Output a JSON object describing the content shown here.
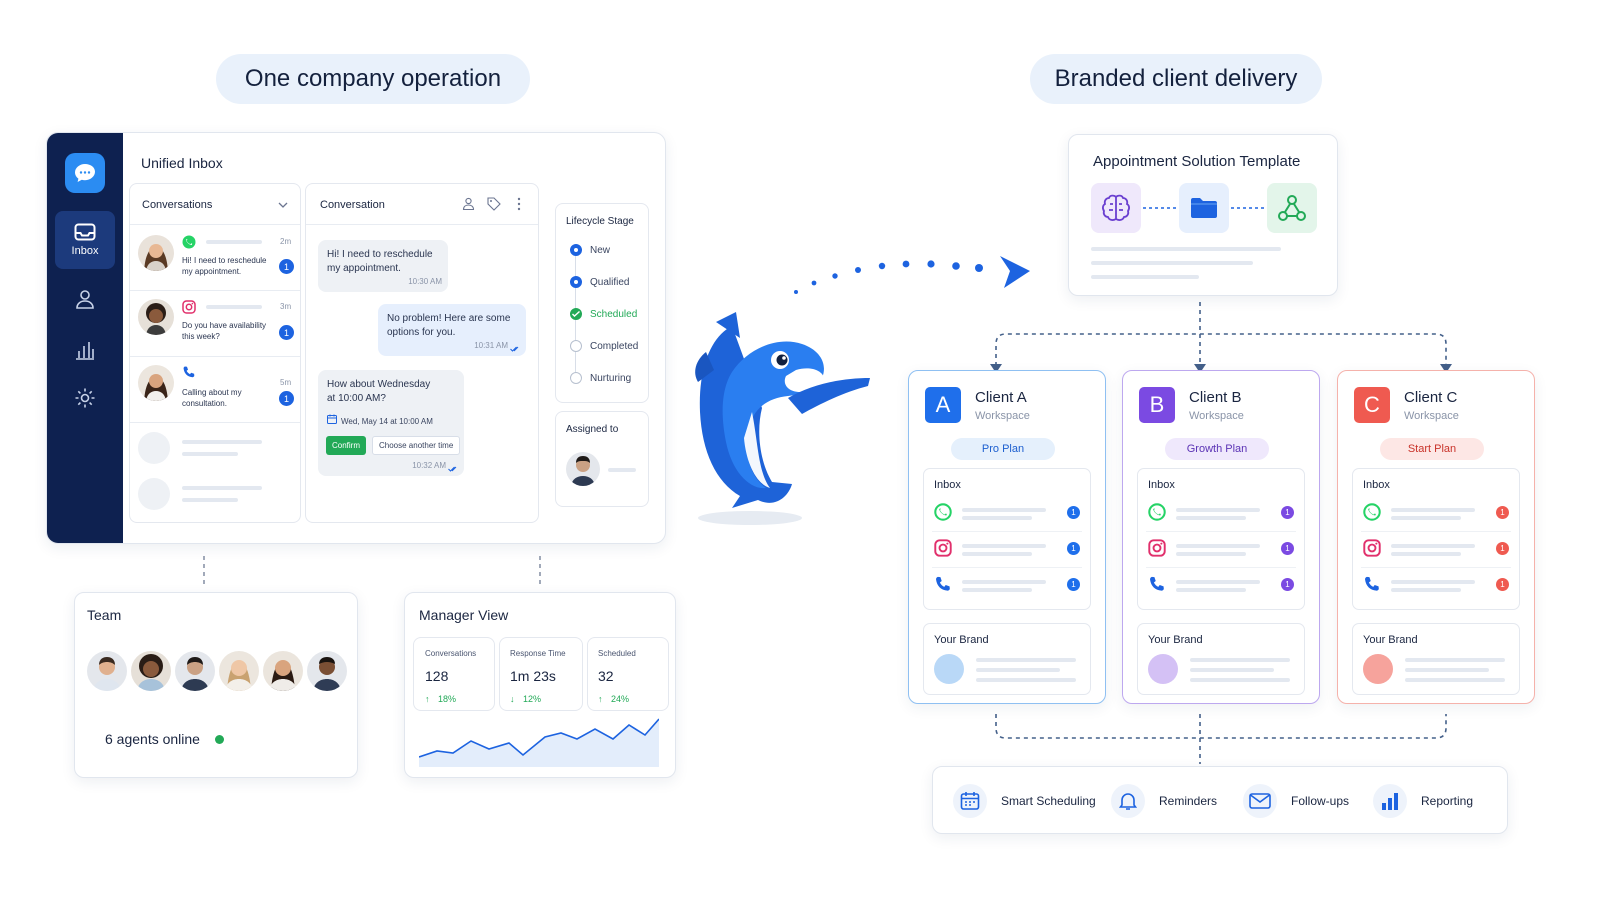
{
  "headers": {
    "left": "One company operation",
    "right": "Branded client delivery"
  },
  "app": {
    "nav": {
      "inbox_label": "Inbox"
    },
    "title": "Unified Inbox",
    "conversations": {
      "header": "Conversations",
      "items": [
        {
          "channel": "whatsapp",
          "text": "Hi! I need to reschedule my appointment.",
          "time": "2m",
          "unread": "1"
        },
        {
          "channel": "instagram",
          "text": "Do you have availability this week?",
          "time": "3m",
          "unread": "1"
        },
        {
          "channel": "phone",
          "text": "Calling about my consultation.",
          "time": "5m",
          "unread": "1"
        }
      ]
    },
    "conversation": {
      "header": "Conversation",
      "msg1": {
        "text": "Hi! I need to reschedule my appointment.",
        "time": "10:30 AM"
      },
      "msg2": {
        "text": "No problem! Here are some options for you.",
        "time": "10:31 AM"
      },
      "msg3": {
        "text": "How about Wednesday at 10:00 AM?",
        "date": "Wed, May 14 at 10:00 AM",
        "confirm": "Confirm",
        "other": "Choose another time",
        "time": "10:32 AM"
      }
    },
    "lifecycle": {
      "header": "Lifecycle Stage",
      "stages": [
        "New",
        "Qualified",
        "Scheduled",
        "Completed",
        "Nurturing"
      ]
    },
    "assigned": {
      "header": "Assigned to"
    }
  },
  "team": {
    "title": "Team",
    "online": "6 agents online"
  },
  "manager": {
    "title": "Manager View",
    "stats": [
      {
        "label": "Conversations",
        "value": "128",
        "delta": "18%",
        "direction": "up"
      },
      {
        "label": "Response Time",
        "value": "1m 23s",
        "delta": "12%",
        "direction": "down"
      },
      {
        "label": "Scheduled",
        "value": "32",
        "delta": "24%",
        "direction": "up"
      }
    ]
  },
  "template": {
    "title": "Appointment Solution Template"
  },
  "clients": [
    {
      "letter": "A",
      "name": "Client A",
      "sub": "Workspace",
      "plan": "Pro  Plan",
      "inbox": "Inbox",
      "brand": "Your Brand",
      "color": "#1f6feb",
      "border": "#8fc0f2",
      "plan_bg": "#e5f0fc",
      "plan_fg": "#1d5fcf",
      "brand_dot": "#b9d8f7"
    },
    {
      "letter": "B",
      "name": "Client B",
      "sub": "Workspace",
      "plan": "Growth Plan",
      "inbox": "Inbox",
      "brand": "Your Brand",
      "color": "#7b4ae2",
      "border": "#bda8ef",
      "plan_bg": "#efe8fc",
      "plan_fg": "#5b33b5",
      "brand_dot": "#d4c1f5"
    },
    {
      "letter": "C",
      "name": "Client C",
      "sub": "Workspace",
      "plan": "Start Plan",
      "inbox": "Inbox",
      "brand": "Your Brand",
      "color": "#ef5a50",
      "border": "#f5b2ab",
      "plan_bg": "#fde7e5",
      "plan_fg": "#c9332a",
      "brand_dot": "#f6a39c"
    }
  ],
  "features": [
    {
      "icon": "calendar-icon",
      "label": "Smart Scheduling"
    },
    {
      "icon": "bell-icon",
      "label": "Reminders"
    },
    {
      "icon": "mail-icon",
      "label": "Follow-ups"
    },
    {
      "icon": "bar-chart-icon",
      "label": "Reporting"
    }
  ],
  "colors": {
    "navy": "#0e2150",
    "accent": "#1d63e0",
    "green": "#22a957"
  }
}
